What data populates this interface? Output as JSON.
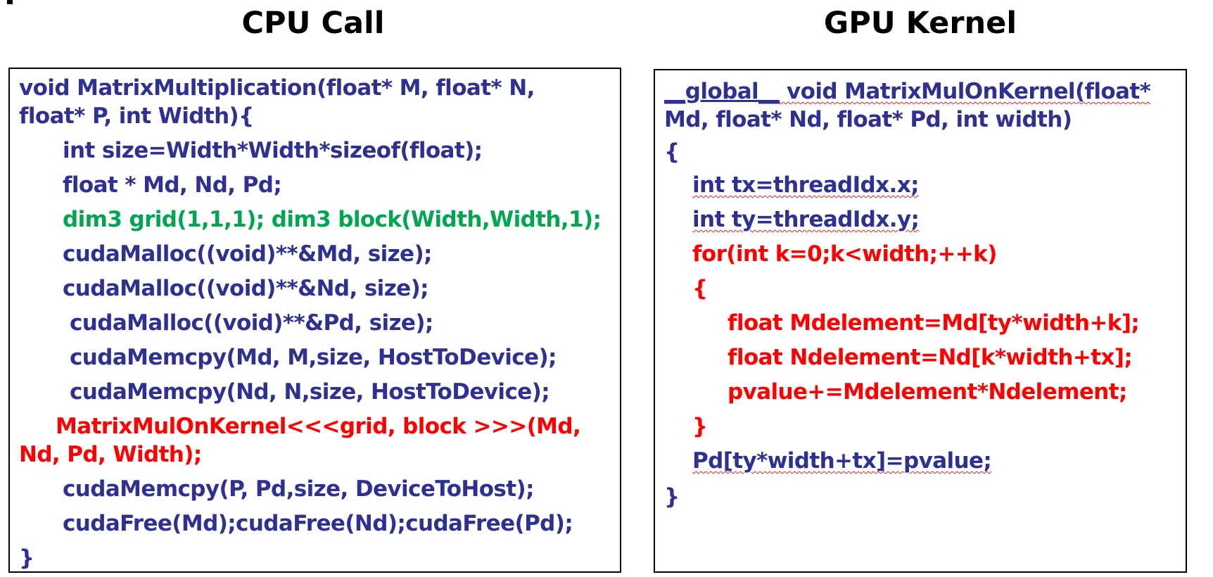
{
  "headings": {
    "cpu": "CPU Call",
    "gpu": "GPU Kernel"
  },
  "colors": {
    "code_blue": "#2e3192",
    "code_green": "#00a650",
    "code_red": "#ff0000",
    "border": "#000000"
  },
  "cpu_code": [
    "void MatrixMultiplication(float* M, float* N,",
    "float* P, int Width){",
    "int size=Width*Width*sizeof(float);",
    "float * Md, Nd, Pd;",
    "dim3 grid(1,1,1); dim3 block(Width,Width,1);",
    "cudaMalloc((void)**&Md, size);",
    "cudaMalloc((void)**&Nd, size);",
    "cudaMalloc((void)**&Pd, size);",
    "cudaMemcpy(Md, M,size, HostToDevice);",
    "cudaMemcpy(Nd, N,size, HostToDevice);",
    "MatrixMulOnKernel<<<grid, block >>>(Md,",
    "Nd, Pd, Width);",
    "cudaMemcpy(P, Pd,size, DeviceToHost);",
    "cudaFree(Md);cudaFree(Nd);cudaFree(Pd);",
    "}"
  ],
  "gpu_code": {
    "line0_prefix": "__global__",
    "line0_rest": " void MatrixMulOnKernel(float*",
    "line1": "Md, float* Nd, float* Pd, int width)",
    "line2": "{",
    "line3": "int tx=threadIdx.x;",
    "line4": "int ty=threadIdx.y;",
    "line5": "for(int k=0;k<width;++k)",
    "line6": "{",
    "line7": "float Mdelement=Md[ty*width+k];",
    "line8": "float Ndelement=Nd[k*width+tx];",
    "line9": "pvalue+=Mdelement*Ndelement;",
    "line10": "}",
    "line11": "Pd[ty*width+tx]=pvalue;",
    "line12": "}"
  }
}
